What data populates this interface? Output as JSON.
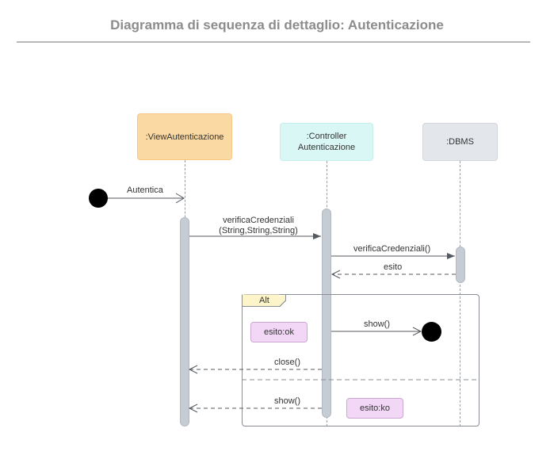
{
  "diagram": {
    "title": "Diagramma di sequenza di dettaglio: Autenticazione",
    "participants": {
      "view": ":ViewAutenticazione",
      "controller_line1": ":Controller",
      "controller_line2": "Autenticazione",
      "dbms": ":DBMS"
    },
    "messages": {
      "autentica": "Autentica",
      "verifica_line1": "verificaCredenziali",
      "verifica_line2": "(String,String,String)",
      "verifica_dbms": "verificaCredenziali()",
      "esito": "esito",
      "show_ok": "show()",
      "close": "close()",
      "show_ko": "show()"
    },
    "fragment": {
      "label": "Alt",
      "guard_ok": "esito:ok",
      "guard_ko": "esito:ko"
    },
    "colors": {
      "view": "#fbd9a2",
      "controller": "#d9f7f4",
      "dbms": "#e3e6ea",
      "guard": "#f2d7f7",
      "title": "#8c8c8c"
    }
  }
}
